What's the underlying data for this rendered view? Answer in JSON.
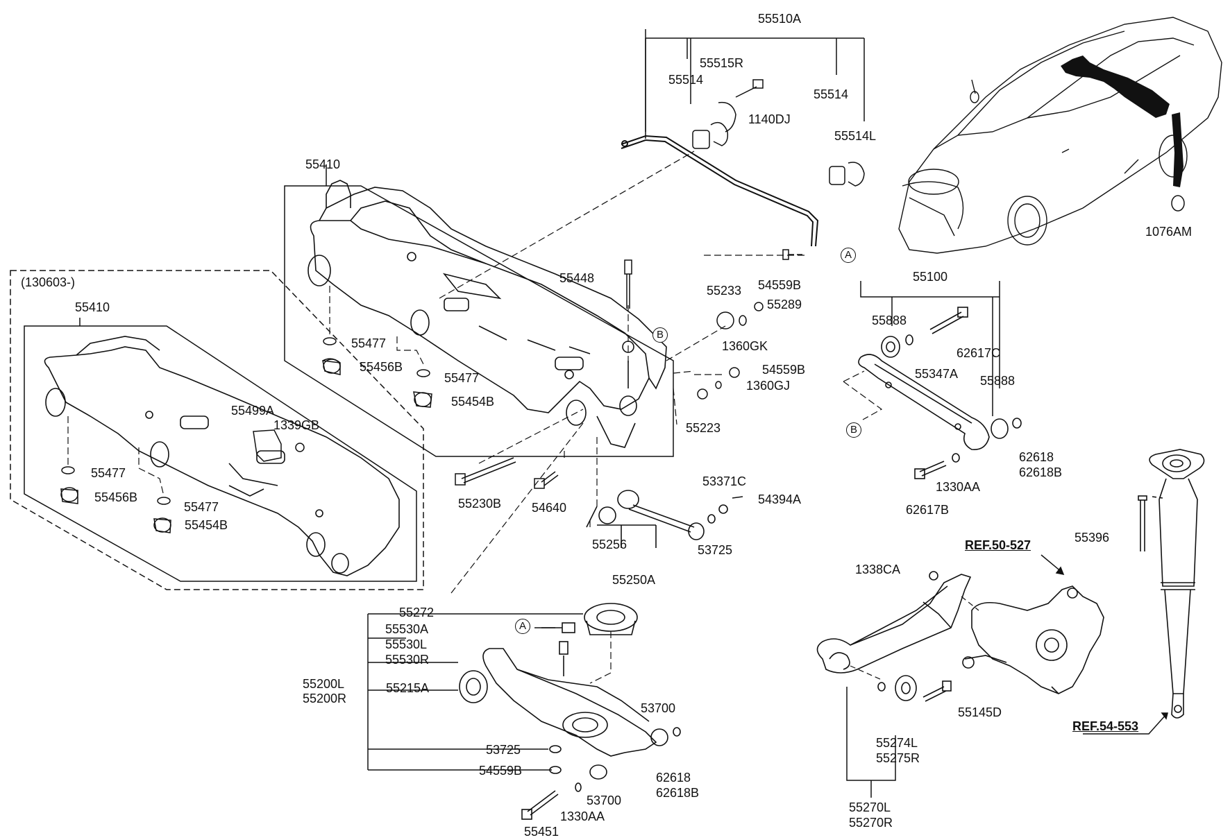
{
  "labels": {
    "p55510A": "55510A",
    "p55515R": "55515R",
    "p55514_top": "55514",
    "p1140DJ": "1140DJ",
    "p55514_right": "55514",
    "p55514L": "55514L",
    "p1076AM": "1076AM",
    "p55410_main": "55410",
    "p55448": "55448",
    "p55233": "55233",
    "p55289": "55289",
    "p1360GK": "1360GK",
    "p54559B_top": "54559B",
    "p54559B_mid": "54559B",
    "p1360GJ": "1360GJ",
    "p55223": "55223",
    "p55477_a": "55477",
    "p55456B_a": "55456B",
    "p55477_b": "55477",
    "p55454B_a": "55454B",
    "p55230B": "55230B",
    "p54640": "54640",
    "p130603": "(130603-)",
    "p55410_alt": "55410",
    "p55499A": "55499A",
    "p1339GB": "1339GB",
    "p55477_c": "55477",
    "p55456B_b": "55456B",
    "p55477_d": "55477",
    "p55454B_b": "55454B",
    "p55100": "55100",
    "p55888_a": "55888",
    "p62617C": "62617C",
    "p55347A": "55347A",
    "p55888_b": "55888",
    "p62618_a": "62618",
    "p62618B_a": "62618B",
    "p1330AA_a": "1330AA",
    "p62617B": "62617B",
    "p53371C": "53371C",
    "p54394A": "54394A",
    "p55256": "55256",
    "p53725_a": "53725",
    "p55250A": "55250A",
    "p55396": "55396",
    "pREF50527": "REF.50-527",
    "p1338CA": "1338CA",
    "p55272": "55272",
    "p55530A": "55530A",
    "p55530L": "55530L",
    "p55530R": "55530R",
    "p55200L": "55200L",
    "p55200R": "55200R",
    "p55215A": "55215A",
    "p53700_a": "53700",
    "p53725_b": "53725",
    "p54559B_bot": "54559B",
    "p62618_b": "62618",
    "p62618B_b": "62618B",
    "p53700_b": "53700",
    "p1330AA_b": "1330AA",
    "p55451": "55451",
    "p55145D": "55145D",
    "p55274L": "55274L",
    "p55275R": "55275R",
    "p55270L": "55270L",
    "p55270R": "55270R",
    "pREF54553": "REF.54-553"
  },
  "callouts": {
    "A_top": "A",
    "A_bot": "A",
    "B_left": "B",
    "B_right": "B"
  }
}
